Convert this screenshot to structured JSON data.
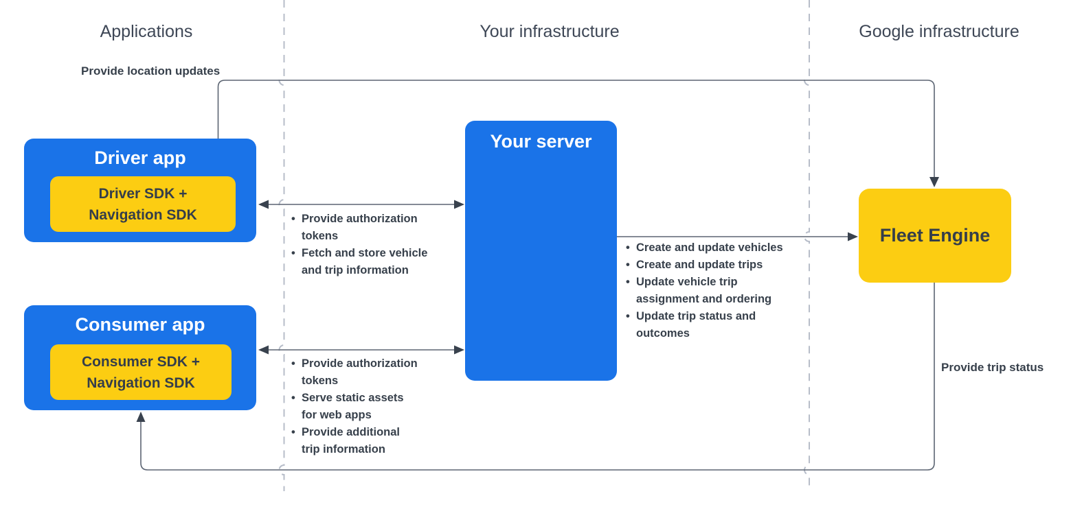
{
  "columns": {
    "applications": {
      "label": "Applications"
    },
    "your_infrastructure": {
      "label": "Your infrastructure"
    },
    "google_infrastructure": {
      "label": "Google infrastructure"
    }
  },
  "nodes": {
    "driver_app": {
      "title": "Driver app",
      "inner": "Driver SDK +\nNavigation SDK"
    },
    "consumer_app": {
      "title": "Consumer app",
      "inner": "Consumer SDK +\nNavigation SDK"
    },
    "your_server": {
      "title": "Your server"
    },
    "fleet_engine": {
      "title": "Fleet Engine"
    }
  },
  "edge_labels": {
    "location_updates": "Provide location updates",
    "trip_status": "Provide trip status"
  },
  "bullet_lists": {
    "driver_to_server": {
      "items": [
        "Provide authorization\ntokens",
        "Fetch and store vehicle\nand trip information"
      ]
    },
    "server_to_fleet": {
      "items": [
        "Create and update vehicles",
        "Create and update trips",
        "Update vehicle trip\nassignment and ordering",
        "Update trip status and\noutcomes"
      ]
    },
    "consumer_to_server": {
      "items": [
        "Provide authorization\ntokens",
        "Serve static assets\nfor web apps",
        "Provide additional\ntrip information"
      ]
    }
  },
  "colors": {
    "blue": "#1A73E8",
    "yellow": "#FCCD12",
    "line": "#5B6472",
    "arrow": "#39424E",
    "dashed": "#B7BDC9",
    "header_text": "#3E4756",
    "label_text": "#37404B",
    "box_text": "#353E4A",
    "white": "#FFFFFF"
  }
}
